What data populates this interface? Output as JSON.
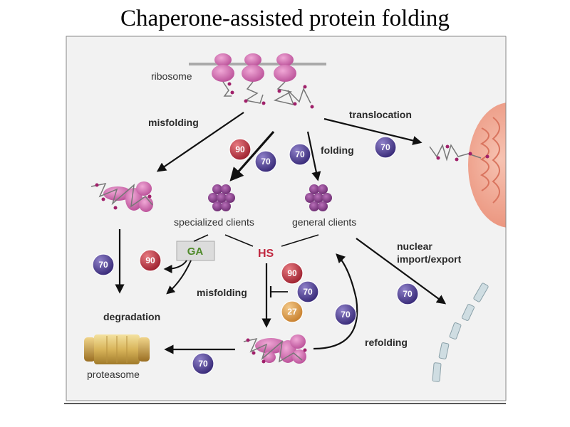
{
  "title": "Chaperone-assisted protein folding",
  "labels": {
    "ribosome": "ribosome",
    "misfolding_top": "misfolding",
    "translocation": "translocation",
    "folding": "folding",
    "specialized_clients": "specialized clients",
    "general_clients": "general clients",
    "hs": "HS",
    "ga": "GA",
    "nuclear_line1": "nuclear",
    "nuclear_line2": "import/export",
    "misfolding_mid": "misfolding",
    "degradation": "degradation",
    "refolding": "refolding",
    "proteasome": "proteasome"
  },
  "badges": {
    "hsp90": "90",
    "hsp70": "70",
    "hsp27": "27"
  },
  "colors": {
    "hsp90": "#b8323e",
    "hsp70": "#4b3a8c",
    "hsp27": "#d99a4a",
    "ribosome": "#d06fae",
    "client": "#8a3f8e",
    "mitochondrion": "#f1a48d",
    "ga_text": "#4f8a2a",
    "hs_text": "#c0263e"
  }
}
